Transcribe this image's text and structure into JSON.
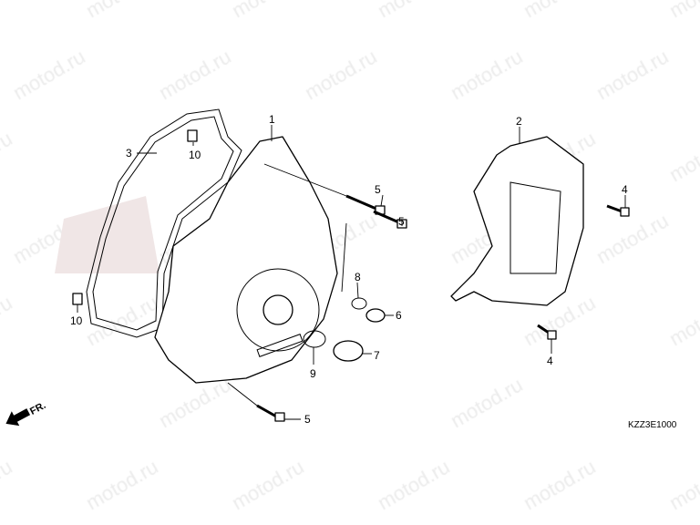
{
  "watermark": "motod.ru",
  "diagram_code": "KZZ3E1000",
  "direction_label": "FR.",
  "callouts": [
    {
      "id": "c1",
      "text": "1"
    },
    {
      "id": "c2",
      "text": "2"
    },
    {
      "id": "c3",
      "text": "3"
    },
    {
      "id": "c4a",
      "text": "4"
    },
    {
      "id": "c4b",
      "text": "4"
    },
    {
      "id": "c5a",
      "text": "5"
    },
    {
      "id": "c5b",
      "text": "5"
    },
    {
      "id": "c5c",
      "text": "5"
    },
    {
      "id": "c6",
      "text": "6"
    },
    {
      "id": "c7",
      "text": "7"
    },
    {
      "id": "c8",
      "text": "8"
    },
    {
      "id": "c9",
      "text": "9"
    },
    {
      "id": "c10a",
      "text": "10"
    },
    {
      "id": "c10b",
      "text": "10"
    }
  ]
}
